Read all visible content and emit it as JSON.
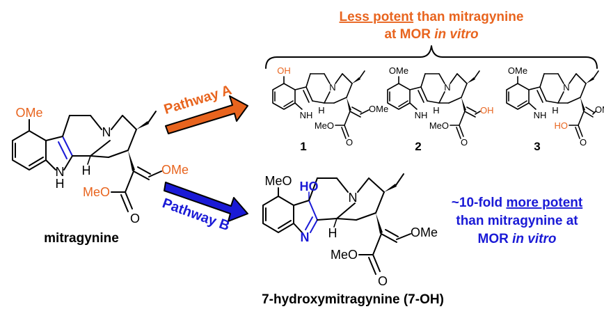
{
  "colors": {
    "orange": "#e8641e",
    "blue": "#1a1ad6",
    "black": "#000000"
  },
  "header": {
    "line1_underlined": "Less potent",
    "line1_rest": " than mitragynine",
    "line2_prefix": "at MOR ",
    "line2_italic": "in vitro"
  },
  "pathways": {
    "a": "Pathway A",
    "b": "Pathway B"
  },
  "mitragynine": {
    "name": "mitragynine",
    "ome_top": "OMe",
    "nh": "N",
    "h_nh": "H",
    "n_ring": "N",
    "h_stereo": "H",
    "ome_enol": "OMe",
    "meo_ester": "MeO",
    "o_carbonyl": "O"
  },
  "product_1": {
    "number": "1",
    "oh": "OH",
    "nh": "NH",
    "n": "N",
    "h": "H",
    "ome": "OMe",
    "meo": "MeO",
    "o": "O"
  },
  "product_2": {
    "number": "2",
    "ome": "OMe",
    "nh": "NH",
    "n": "N",
    "h": "H",
    "oh": "OH",
    "meo": "MeO",
    "o": "O"
  },
  "product_3": {
    "number": "3",
    "ome_top": "OMe",
    "nh": "NH",
    "n": "N",
    "h": "H",
    "ome": "OMe",
    "ho": "HO",
    "o": "O"
  },
  "seven_oh": {
    "name": "7-hydroxymitragynine (7-OH)",
    "meo": "MeO",
    "ho": "HO",
    "n_ring": "N",
    "n_imine": "N",
    "h": "H",
    "ome": "OMe",
    "meo_ester": "MeO",
    "o": "O"
  },
  "right_note": {
    "line1_prefix": "~10-fold ",
    "line1_underlined": "more potent",
    "line2": "than mitragynine at",
    "line3_prefix": "MOR ",
    "line3_italic": "in vitro"
  }
}
